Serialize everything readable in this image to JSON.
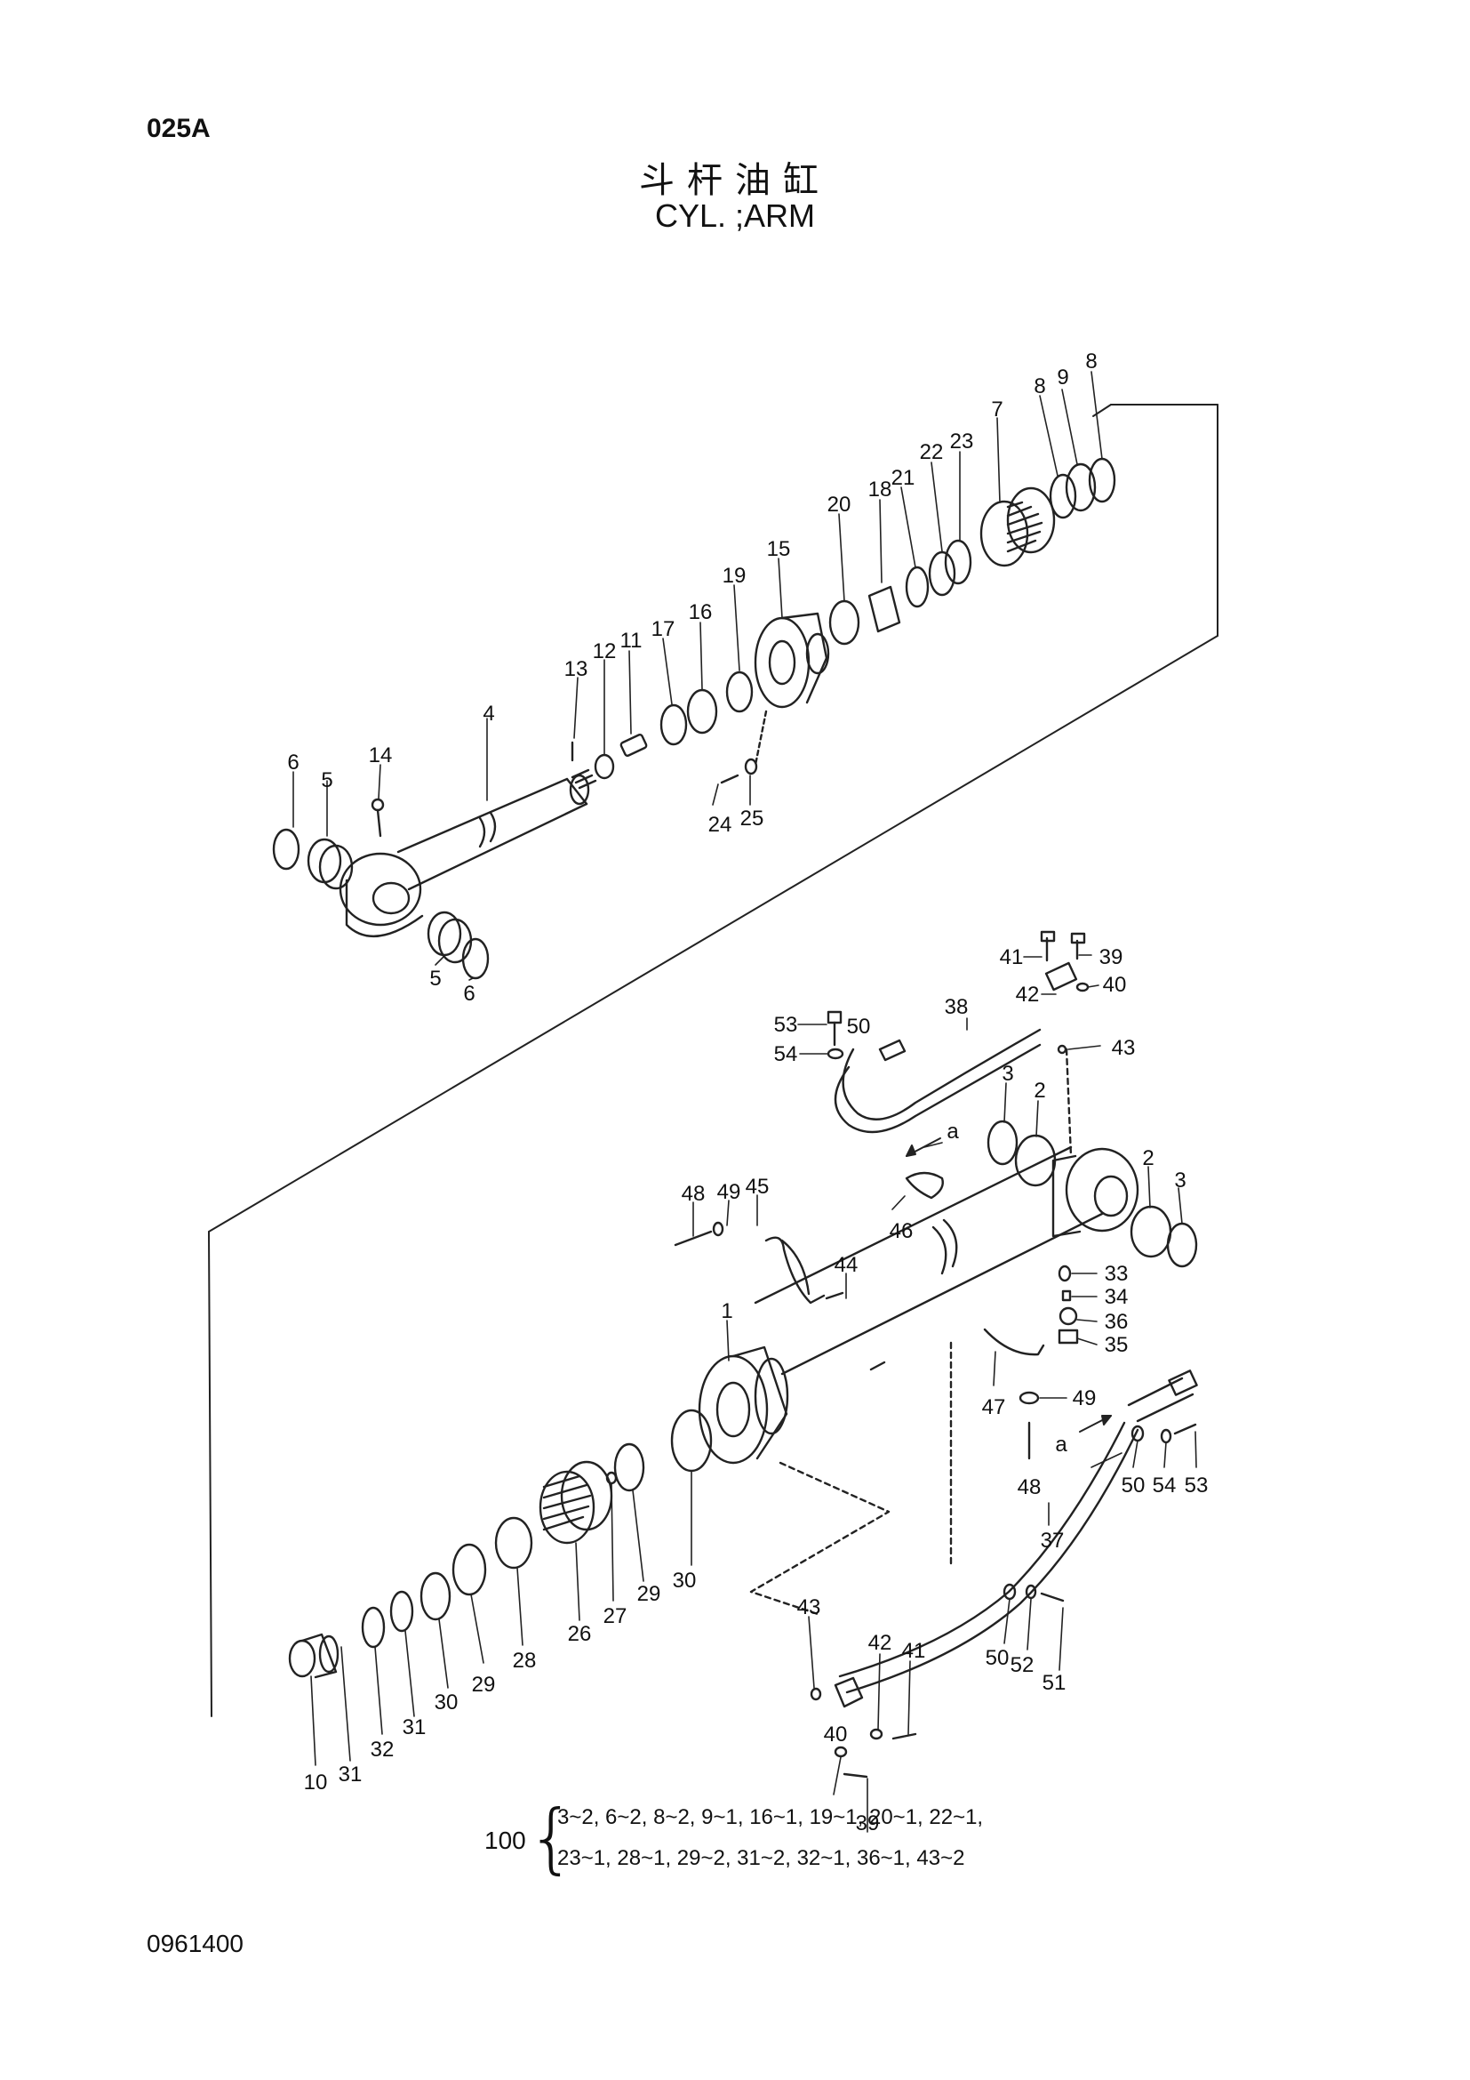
{
  "header": {
    "page_code": "025A",
    "title_cn": "斗杆油缸",
    "title_en": "CYL. ;ARM"
  },
  "footer": {
    "drawing_number": "0961400"
  },
  "kit": {
    "number": "100",
    "line1": "3~2, 6~2, 8~2, 9~1, 16~1, 19~1, 20~1, 22~1,",
    "line2": "23~1, 28~1, 29~2, 31~2, 32~1, 36~1, 43~2"
  },
  "callouts": [
    {
      "t": "6"
    },
    {
      "t": "5"
    },
    {
      "t": "14"
    },
    {
      "t": "4"
    },
    {
      "t": "13"
    },
    {
      "t": "12"
    },
    {
      "t": "11"
    },
    {
      "t": "17"
    },
    {
      "t": "16"
    },
    {
      "t": "19"
    },
    {
      "t": "15"
    },
    {
      "t": "20"
    },
    {
      "t": "18"
    },
    {
      "t": "21"
    },
    {
      "t": "22"
    },
    {
      "t": "23"
    },
    {
      "t": "7"
    },
    {
      "t": "8"
    },
    {
      "t": "9"
    },
    {
      "t": "8"
    },
    {
      "t": "24"
    },
    {
      "t": "25"
    },
    {
      "t": "5"
    },
    {
      "t": "6"
    },
    {
      "t": "41"
    },
    {
      "t": "39"
    },
    {
      "t": "42"
    },
    {
      "t": "40"
    },
    {
      "t": "53"
    },
    {
      "t": "50"
    },
    {
      "t": "38"
    },
    {
      "t": "54"
    },
    {
      "t": "43"
    },
    {
      "t": "a"
    },
    {
      "t": "3"
    },
    {
      "t": "2"
    },
    {
      "t": "2"
    },
    {
      "t": "3"
    },
    {
      "t": "48"
    },
    {
      "t": "49"
    },
    {
      "t": "45"
    },
    {
      "t": "46"
    },
    {
      "t": "44"
    },
    {
      "t": "33"
    },
    {
      "t": "34"
    },
    {
      "t": "36"
    },
    {
      "t": "35"
    },
    {
      "t": "1"
    },
    {
      "t": "47"
    },
    {
      "t": "49"
    },
    {
      "t": "48"
    },
    {
      "t": "a"
    },
    {
      "t": "50"
    },
    {
      "t": "54"
    },
    {
      "t": "53"
    },
    {
      "t": "37"
    },
    {
      "t": "30"
    },
    {
      "t": "29"
    },
    {
      "t": "27"
    },
    {
      "t": "26"
    },
    {
      "t": "28"
    },
    {
      "t": "29"
    },
    {
      "t": "30"
    },
    {
      "t": "31"
    },
    {
      "t": "32"
    },
    {
      "t": "31"
    },
    {
      "t": "10"
    },
    {
      "t": "43"
    },
    {
      "t": "42"
    },
    {
      "t": "41"
    },
    {
      "t": "50"
    },
    {
      "t": "52"
    },
    {
      "t": "51"
    },
    {
      "t": "40"
    },
    {
      "t": "39"
    }
  ]
}
